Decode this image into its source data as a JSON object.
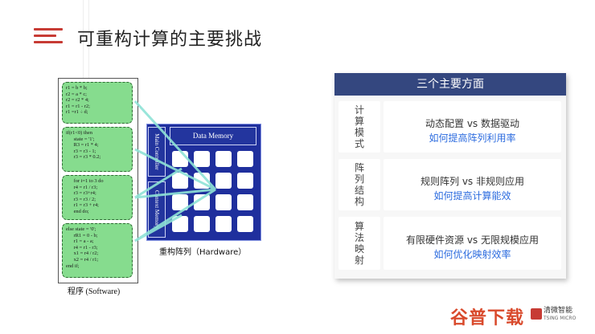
{
  "page": {
    "title": "可重构计算的主要挑战"
  },
  "left_diagram": {
    "software_label": "程序 (Software)",
    "hardware_label": "重构阵列（Hardware）",
    "code_blocks": [
      {
        "text": "r1 = b * b;\nr2 = a * c;\nr2 = r2 * 4;\nr1 = r1 - r2;\nr1 =r1 ÷ d;"
      },
      {
        "text": "if(r1<0) then\n      state = '1';\n      R3 = r1 * 4;\n      r3 = r3 - 1;\n      r3 = r3 * 0.2;"
      },
      {
        "text": "      for i=1 to 3 do\n      r4 = r1 / r3;\n      r3 = r3+r4;\n      r3 = r3 / 2;\n      r1 = r3 + r4;\n      end do;"
      },
      {
        "text": "else state = '0';\n      rR1 = 0 - b;\n      r1 = a - a;\n      r4 = r1 - r3;\n      x1 = r4 / r2;\n      x2 = r4 / r1;\nend if;"
      }
    ],
    "hardware": {
      "data_memory": "Data Memory",
      "main_controller": "Main Controller",
      "context_memory": "Context Memory"
    }
  },
  "right_panel": {
    "header": "三个主要方面",
    "rows": [
      {
        "head": "计算模式",
        "line1": "动态配置 vs 数据驱动",
        "line2": "如何提高阵列利用率"
      },
      {
        "head": "阵列结构",
        "line1": "规则阵列 vs 非规则应用",
        "line2": "如何提高计算能效"
      },
      {
        "head": "算法映射",
        "line1": "有限硬件资源 vs 无限规模应用",
        "line2": "如何优化映射效率"
      }
    ]
  },
  "footer": {
    "logo_main": "谷普下载",
    "brand_cn": "清微智能",
    "brand_en": "TSING MICRO"
  },
  "colors": {
    "accent": "#c73b34",
    "header_blue": "#34477f",
    "hw_blue": "#1f2f9d",
    "code_green": "#86dc8e",
    "link_blue": "#2d6cdf"
  }
}
